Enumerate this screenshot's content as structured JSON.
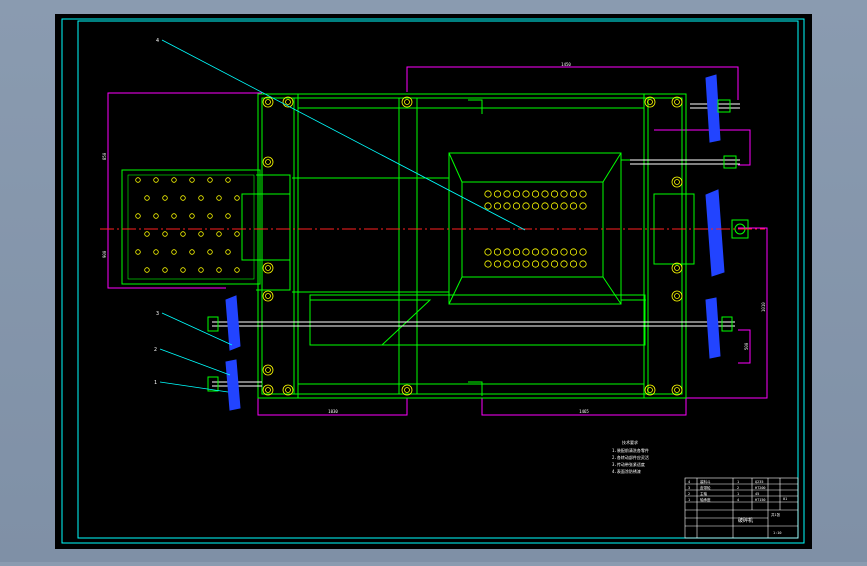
{
  "viewer": {
    "background": "#8596ab",
    "sheet_color": "#000000",
    "frame_color": "#00ffff"
  },
  "drawing": {
    "colors": {
      "outline": "#00ff00",
      "dimension": "#ff00ff",
      "centerline": "#ff2020",
      "leader": "#00ffff",
      "hole": "#ffff00",
      "part": "#ffffff",
      "bolt": "#ffffff",
      "pulley": "#2244ff"
    },
    "balloons": [
      "4",
      "3",
      "2",
      "1"
    ],
    "dimensions": {
      "top_overall": "1450",
      "left_height": "850",
      "left_lower": "900",
      "right_height": "1010",
      "right_lower": "500",
      "bottom_left": "1030",
      "bottom_right": "1465"
    },
    "notes": {
      "title": "技术要求",
      "lines": [
        "1.装配前清洗各零件",
        "2.各转动部件应灵活",
        "3.传动带张紧适度",
        "4.表面涂防锈漆"
      ]
    },
    "title_block": {
      "rows": [
        [
          "4",
          "装料斗",
          "1",
          "Q235"
        ],
        [
          "3",
          "皮带轮",
          "2",
          "HT200"
        ],
        [
          "2",
          "主轴",
          "1",
          "45"
        ],
        [
          "1",
          "轴承座",
          "4",
          "HT150"
        ]
      ],
      "name": "破碎机",
      "drawing_no": "01",
      "scale": "1:10",
      "sheet": "共1张"
    }
  }
}
